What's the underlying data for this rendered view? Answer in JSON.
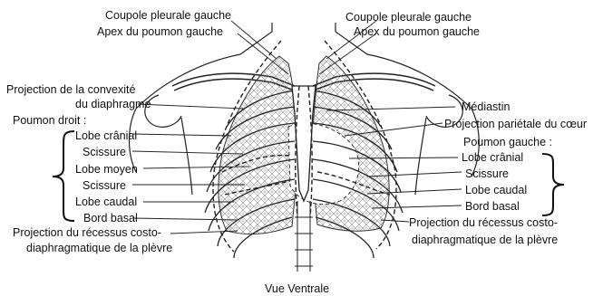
{
  "labels": {
    "top_left_1": "Coupole pleurale gauche",
    "top_left_2": "Apex du poumon gauche",
    "top_right_1": "Coupole pleurale gauche",
    "top_right_2": "Apex du poumon gauche",
    "convexite_1": "Projection de la convexité",
    "convexite_2": "du diaphragme",
    "poumon_droit_title": "Poumon droit :",
    "pd_lobe_cranial": "Lobe crânial",
    "pd_scissure_1": "Scissure",
    "pd_lobe_moyen": "Lobe moyen",
    "pd_scissure_2": "Scissure",
    "pd_lobe_caudal": "Lobe caudal",
    "pd_bord_basal": "Bord basal",
    "recessus_left_1": "Projection du récessus costo-",
    "recessus_left_2": "diaphragmatique de la plèvre",
    "mediastin": "Médiastin",
    "projection_coeur": "Projection pariétale du cœur",
    "poumon_gauche_title": "Poumon gauche :",
    "pg_lobe_cranial": "Lobe crânial",
    "pg_scissure": "Scissure",
    "pg_lobe_caudal": "Lobe caudal",
    "pg_bord_basal": "Bord basal",
    "recessus_right_1": "Projection du récessus costo-",
    "recessus_right_2": "diaphragmatique de la plèvre",
    "caption": "Vue Ventrale"
  }
}
